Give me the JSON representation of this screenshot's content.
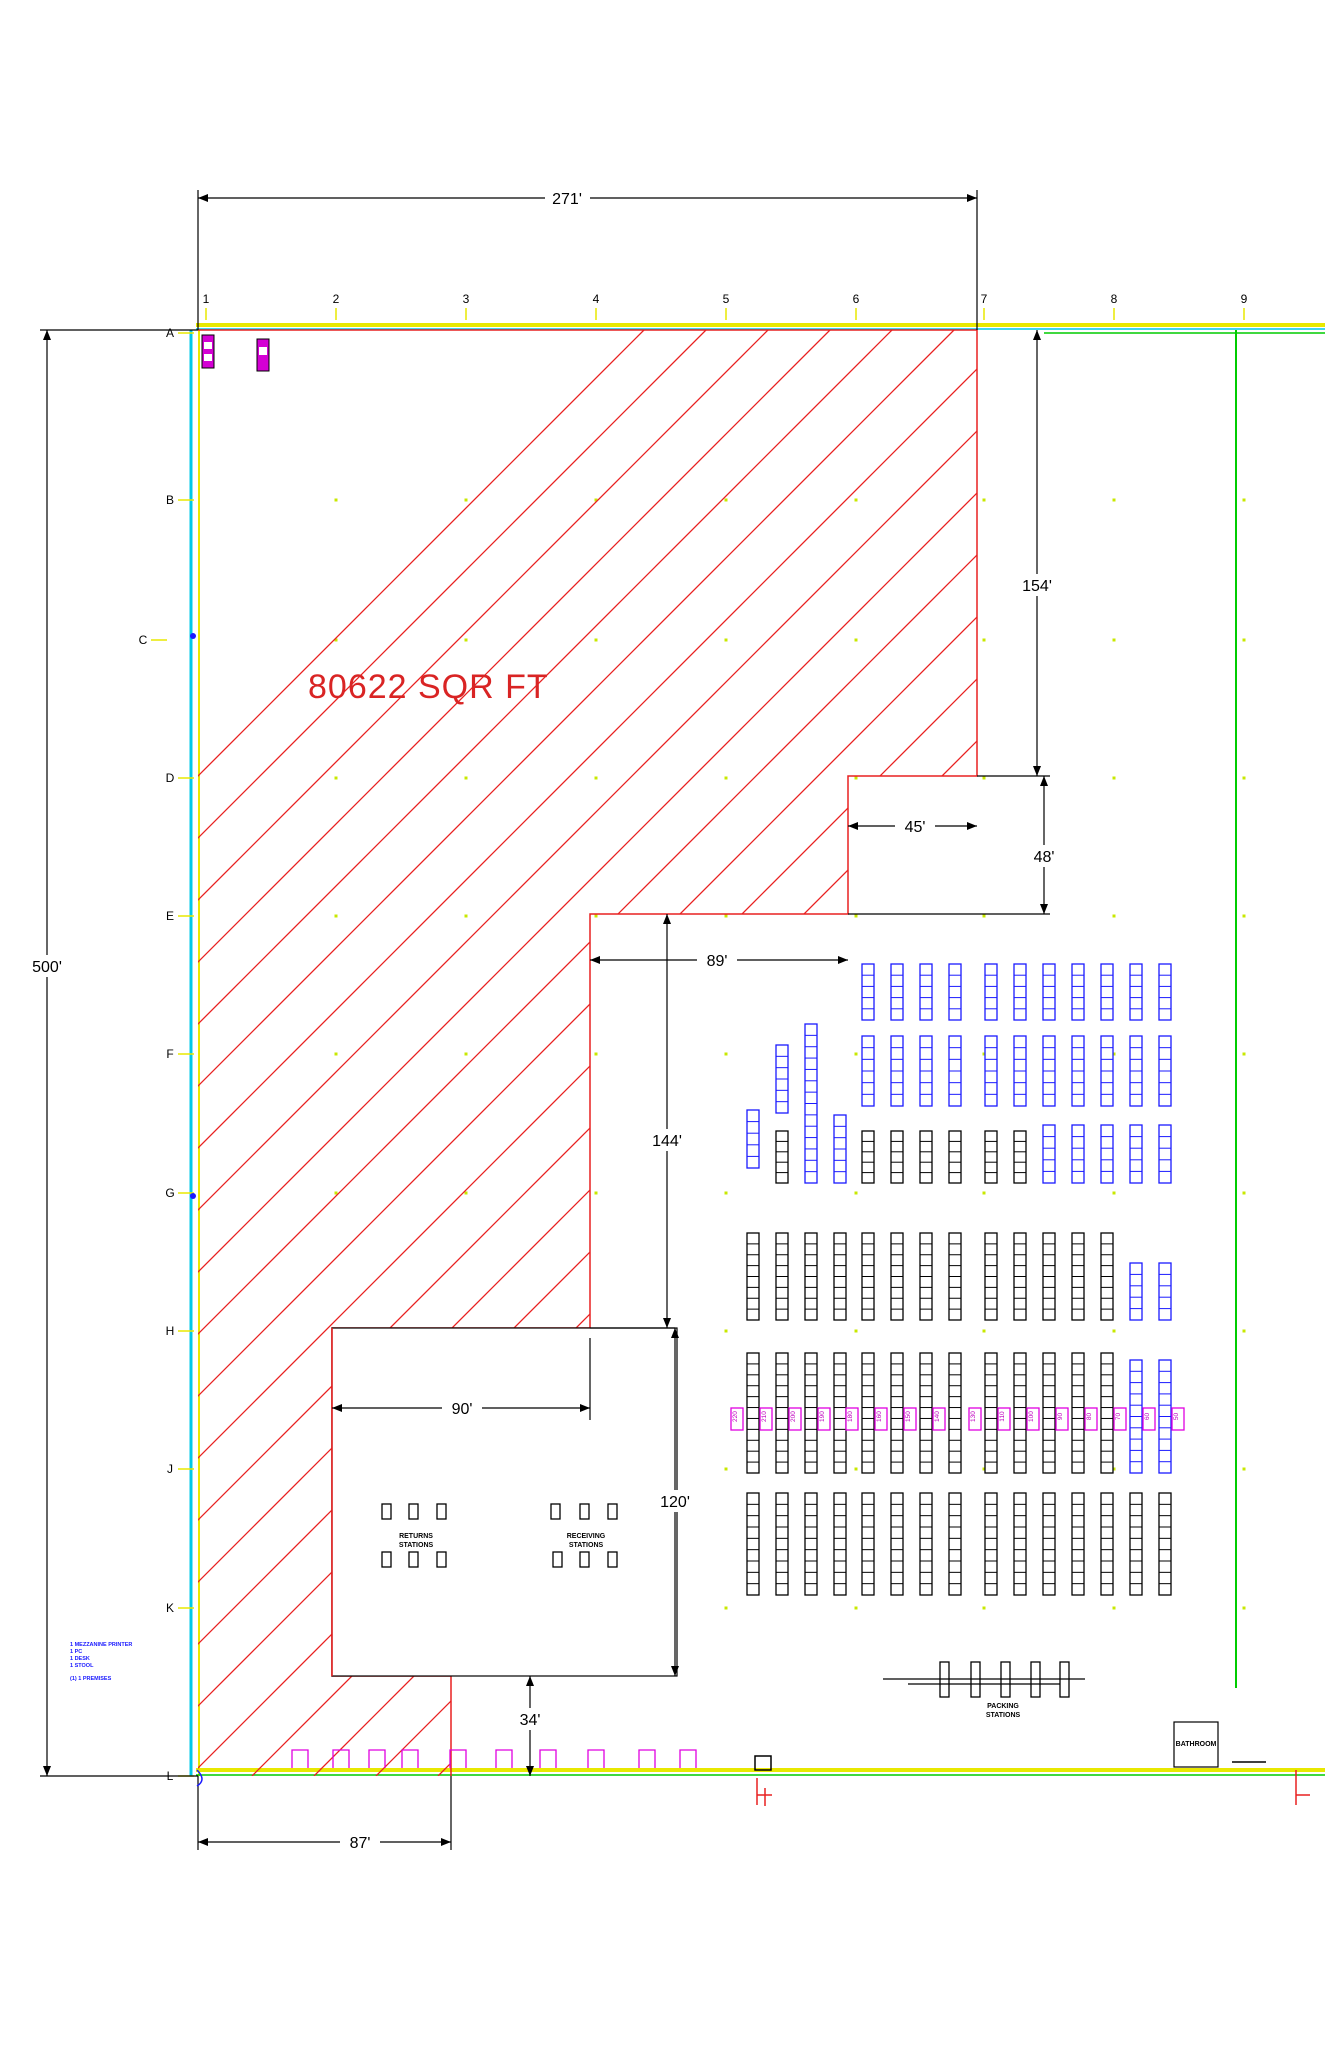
{
  "plan": {
    "area_label": "80622 SQR FT",
    "colors": {
      "hatch": "#e82020",
      "dimension": "#000000",
      "wall_yellow": "#e8e800",
      "wall_cyan": "#00c8e8",
      "wall_green": "#00cc00",
      "rack_black": "#000000",
      "rack_blue": "#1a1aff",
      "pick_magenta": "#e000e0",
      "grid_dot": "#c8e800"
    },
    "grid_columns": [
      "1",
      "2",
      "3",
      "4",
      "5",
      "6",
      "7",
      "8",
      "9"
    ],
    "grid_rows": [
      "A",
      "B",
      "C",
      "D",
      "E",
      "F",
      "G",
      "H",
      "J",
      "K",
      "L"
    ],
    "dimensions": {
      "width_top": "271'",
      "height_left": "500'",
      "d154": "154'",
      "d45": "45'",
      "d48": "48'",
      "d89": "89'",
      "d144": "144'",
      "d90": "90'",
      "d120": "120'",
      "d34": "34'",
      "d87": "87'"
    },
    "stations": {
      "returns": [
        "RETURNS",
        "STATIONS"
      ],
      "receiving": [
        "RECEIVING",
        "STATIONS"
      ],
      "packing": [
        "PACKING",
        "STATIONS"
      ]
    },
    "bathroom": "BATHROOM",
    "pick_labels": [
      "220",
      "210",
      "200",
      "190",
      "180",
      "160",
      "150",
      "140",
      "130",
      "110",
      "100",
      "90",
      "80",
      "70",
      "60",
      "50"
    ],
    "notes": [
      "1 MEZZANINE PRINTER",
      "1 PC",
      "1 DESK",
      "1 STOOL",
      "(1) 1 PREMISES"
    ]
  }
}
